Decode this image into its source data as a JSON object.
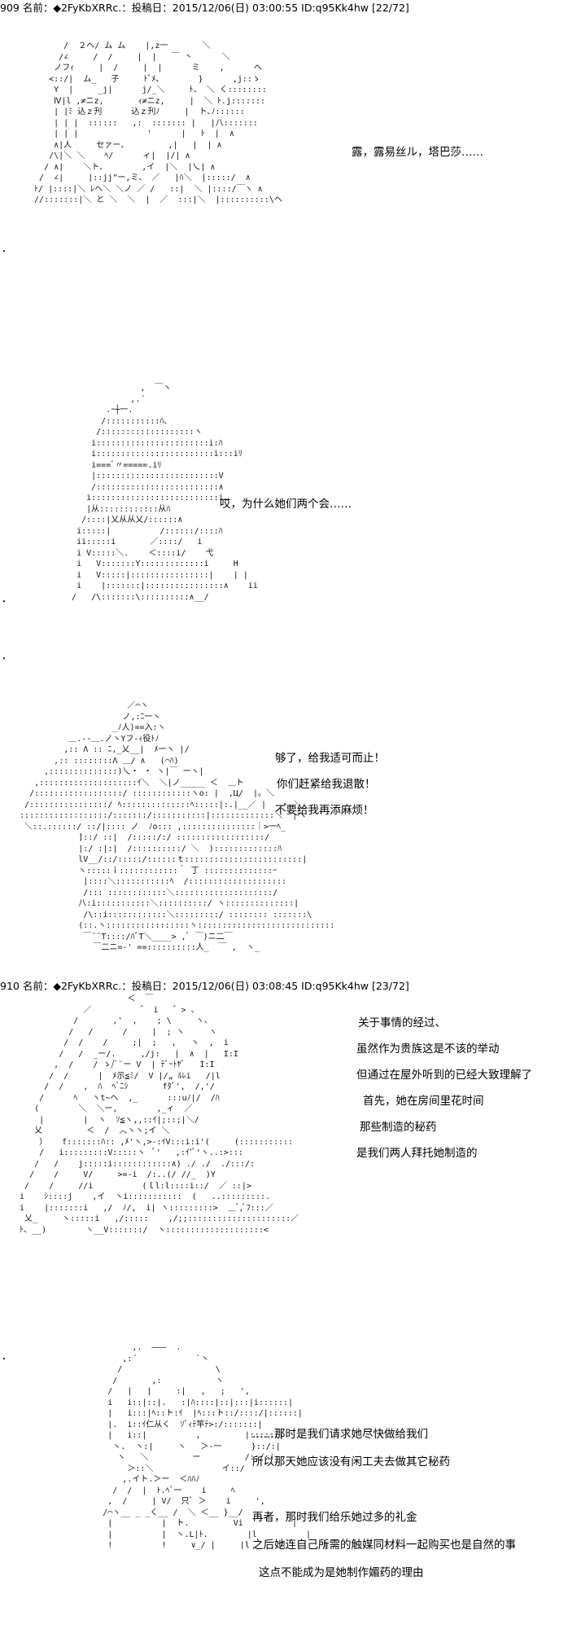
{
  "post1": {
    "header": "909 名前：◆2FyKbXRRc.：投稿日：2015/12/06(日) 03:00:55 ID:q95Kk4hw [22/72]"
  },
  "post2": {
    "header": "910 名前：◆2FyKbXRRc.：投稿日：2015/12/06(日) 03:08:45 ID:q95Kk4hw [23/72]"
  },
  "panels": {
    "p1": {
      "art": "        /  ２ヘ/ ム ム    |,z一       ＼\n       /∠     /  /     |  |   ￣ 丶      ＼\n      ノフｨ     |  /     |  |      ミ    ,      ヘ\n     <::/|  ム_   子     ﾄﾞﾒ、       }      ,j::ゝ\n      Y  |     _j|      j/_＼     ﾄ、 ＼ く::::::::\n      Ⅳ|l ,≠ニz,       ｨ≠ニz,     |  ＼ ﾄ.j:::::::\n      | |ﾐ 込ｚ刋      込ｚ刋ﾉ     |  ト､ﾉ::::::\n      | | |  ::::::   ,:  ::::::: |   |八:::::::\n      | | |              '      |   ﾄ  |  ∧\n      ∧|人     セァー、        ,|   |  | ∧\n     /\\|＼ ＼    ﾍ/      ィ|  |/| ∧\n    / ∧|    ＼ト、       ,イ  |＼  |乀| ∧\n   /  ∠|     |::jj\"ー,ミ、 ／   |ﾊ＼  |:::::/  ∧\n  ﾄ/ |::::|＼ ﾚヘ＼ ＼ノ ／ /   ::|  ＼ |::::/￣ヽ ∧\n  //:::::::|＼ と ＼  ＼  |  ／  :::|＼  |::::::::::\\ヘ",
      "lines": [
        "露，露易丝ル，塔巴莎……"
      ]
    },
    "p2": {
      "art": "                 ,  ￣ヽ\n               ,.´\n          .ｰ┼一.\n         /:::::::::::ﾊ､\n        /:::::::::::::::::::ヽ\n       i:::::::::::::::::::::::i:ﾊ\n       i::::::::::::::::::::::::i:::iﾘ\n       i===ﾞ〃=====.iﾘ\n       |:::::::::::::::::::::::::V\n       /:::::::::::::::::::::::::∧\n      i::::::::::::::::::::::::::i\n      |从::::::::::::从ﾊ\n     /::::|乂从从乂/::::::∧\n    i:::::|          /::::::/::::ﾊ\n    ii:::::i       ／::::/   i\n    i V:::::＼.    ＜::::i/    弋\n    i   V:::::::Y:::::::::::::i     H\n    i   V:::::|::::::::::::::::|    | |\n    i    |:::::::|::::::::::::::::∧    ii\n   /   /\\:::::::\\::::::::::∧__/",
      "lines": [
        "哎，为什么她们两个会……"
      ]
    },
    "p3": {
      "art": "                        ／⌒ヽ\n                       ノ,:ﾆ一ヽ\n                     _ﾉ人)==入:ヽ\n            ＿.-‐＿.ノヽYフ‐ｨ役ﾄﾉ\n           ,:: Λ :: ﾆ,_乂__|  ﾒ一ヽ |/\n         ,:: ::::::::Λ ＿/ ∧   (⌒ﾊ)\n       ,::::::::::::::)乀・ ・ ヽ|￣ ーヽ|\n     ,::::::::::::::::::::ｲ＼  ＼|ノ_____ ＜  ＿ト\n    /::::::::::::::::::/ ::::::::::::ヽo: |  ,Ц/  |。＼\n   /::::::::::::::::/ ﾍ::::::::::::::ﾍ:::::|:.|__／ |   ・ ＼\n  ::::::::::::::::::/:::::::/:::::::::::|:::::::::::::＼  ┌ヘ\n   ＼::.::::::/ ::/|:::: ノ  ﾉo::: ,:::::::::::::::｜>一ﾍ_\n              ]::/ ::|  /:::::/:/ ::::::::::::::::::/\n              |:/ :|:|  /::::::::::/ ＼  ):::::::::::::ﾊ\n              lV__/::/:::::/::::::ｔ::::::::::::::::::::::::|\n              ヽ:::::ｉ::::::::::::｀ 丁 ::::::::::::::ｰ\n               |::::＼:::::::::::ﾍ  /::::::::::::::::::::\n               /::: ::::::::::::＼::::::::::::::::::::/\n              八:i:::::::::::＼::::::::::/ ヽ::::::::::::::|\n               /\\::i::::::::::::＼:::::::::/ :::::::: :::::::\\\n              (::.ヽ:::::::::::::::::ヽ::::::::::::::::::::::::::::\n               ￣¨¨T::::/ﾊﾞT＼____> ,ﾞ ￣)ニ二￣\n                 ￣二ニ=-' ==::::::::::人_  ￣ ,  ヽ_",
      "lines": [
        "够了，给我适可而止！",
        "你们赶紧给我退散！",
        "不要给我再添麻烦！"
      ]
    },
    "p4": {
      "art": "                        ＜  ￣\n               ／          ゛ i   ゛> 、\n             /       ,'  ,    ; \\     ヽ、\n            /   /      /     |  ; ヽ     ヽ\n           /  /    /     ;|  ;   ,   ヽ  ,  i\n          /   /  _ー/.     ,/j:   |  ∧  |   I:I\n         ,  /    / ゝ/ﾞ¨ー V  | ﾃﾞｰﾄﾔﾞ   I:I\n        /  /      |  ﾒ示≦ﾐ/  V |/„ ﾙﾚi   /|l\n       /  /    ,  ﾊ  ﾍﾞﾆｼ       fﾀﾞ',  /,'/\n      /      ﾍ   ヽt~ヘ  ,_      :::uﾉ|/  /ﾊ\n     (        ＼  ＼ー,        ,_ィ  ／\n      |        |  ヽ  ｿ≦ヽ,,::ｲ|;::;|＼/\n     乂         ＜  /  ︿ヽヽ;イ ＼\n      ）   f:::::::ﾊ:: ,ﾒ'ヽ,>-:ｲV:::i:i'(     (:::::::::::\n      /   i:::::::::V:::::ヽ  ﾞ'   ,:ｲ'ﾞ'ヽ..:>:::\n     /   /    j:::::i::::::::::::∧) ./ ./  ./:::/:\n    /    /     V/     >=-i  /:..(/ //_  )Y\n   /    /     //i          (ｌl:l::::i::/  ／ ::|>\n  i    ｼ::::j    ,イ  ヽi:::::::::::  (   ..:::::::::.\n  i    |:::::::i   ,/  ﾉ/,  i| ヽ:::::::::>  ＿ﾞ,ﾞﾌ:::／\n   乂_     ヽ:::::i   ,/:::::    ,/;;:::::::::::::::::::::／\n  ﾄ、__)        ヽ__V:::::::/  ヽ::::::::::::::::::::<",
      "lines": [
        "关于事情的经过、",
        "虽然作为贵族这是不该的举动",
        "但通过在屋外听到的已经大致理解了",
        "首先，她在房间里花时间",
        "那些制造的秘药",
        "是我们两人拜托她制造的"
      ]
    },
    "p5": {
      "art": "                 ,.  ―――  .\n               ,:´            `ヽ\n              /                   \\\n             /       ,:           ヽ\n            /   |   |     :|   ,   ;   ',\n            i   i::|::|.   :|ﾊ::::|::|:::|i::::::|\n            |   i:::|ﾍ::ト:ｲ  |ﾍ:::ト::/::::/|::::::|\n            |.  i::ｲ仁从く  ｿﾞｨﾃ竿ﾃ>:/:::::::|\n            |   i::|          ,         |::::::|\n             ヽ.  ヽ:|     ヽ   ＞-一      }::/:|\n              ヽ   ＼         ー         /::/:ﾉ\n                ＞::＼              イ::/\n               ,.イト.＞ー  ＜ﾊﾊﾉ\n             /  /  |  ﾄ.ﾍﾞ一    i     ﾍ\n            ,  /     | V/  只ﾞ ＞    i     ',\n           /⌒ヽ__ _ _く__ /  ＼ ＜__ }__/\n            |          |  ト.         Vi          |\n            |          |  ヽ.L|ﾄ.        |l          |\n            !          !     ∨_/ |     |l      /        |",
      "lines": [
        "……那时是我们请求她尽快做给我们",
        "所以那天她应该没有闲工夫去做其它秘药",
        "",
        "再者，那时我们给乐她过多的礼金",
        "之后她连自己所需的触媒同材料一起购买也是自然的事",
        "这点不能成为是她制作媚药的理由"
      ]
    }
  },
  "gutter_marks": [
    "・",
    "・",
    "・",
    "・"
  ]
}
